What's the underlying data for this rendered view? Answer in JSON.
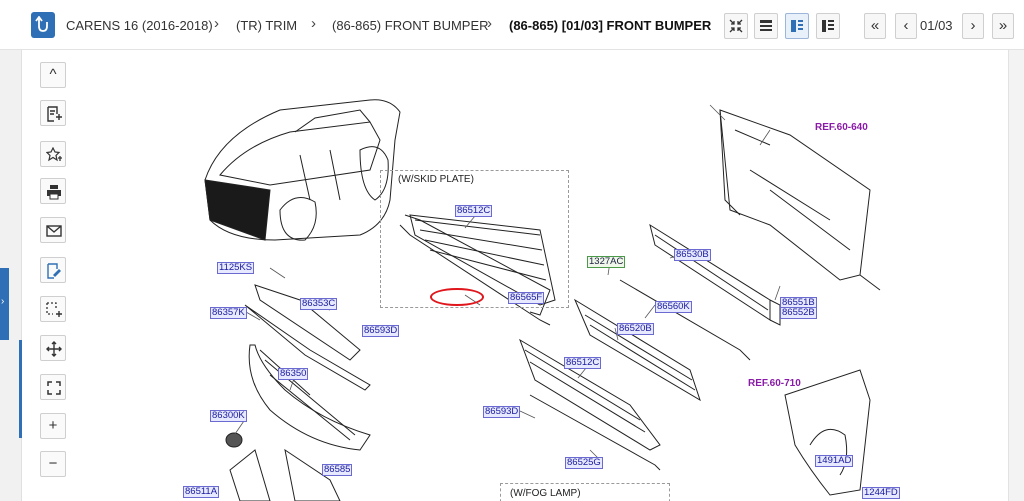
{
  "breadcrumb": {
    "items": [
      "CARENS 16 (2016-2018)",
      "(TR) TRIM",
      "(86-865) FRONT BUMPER"
    ],
    "current": "(86-865) [01/03] FRONT BUMPER",
    "separator": "›"
  },
  "view_buttons": [
    {
      "icon": "collapse-icon"
    },
    {
      "icon": "list-view-icon"
    },
    {
      "icon": "split-view-icon",
      "active": true
    },
    {
      "icon": "detail-view-icon"
    }
  ],
  "pagination": {
    "first": "«",
    "prev": "‹",
    "indicator": "01/03",
    "next": "›",
    "last": "»"
  },
  "tools": [
    {
      "name": "scroll-up-button",
      "glyph": "^"
    },
    {
      "name": "add-to-list-button",
      "icon": "note-add-icon"
    },
    {
      "name": "favorite-button",
      "icon": "star-add-icon"
    },
    {
      "name": "print-button",
      "icon": "printer-icon"
    },
    {
      "name": "email-button",
      "icon": "mail-icon"
    },
    {
      "name": "edit-button",
      "icon": "edit-note-icon"
    },
    {
      "name": "select-area-button",
      "icon": "selection-add-icon"
    },
    {
      "name": "move-button",
      "icon": "move-arrows-icon"
    },
    {
      "name": "fit-button",
      "icon": "fit-frame-icon"
    },
    {
      "name": "zoom-in-button",
      "glyph": "+"
    },
    {
      "name": "zoom-out-button",
      "glyph": "−"
    }
  ],
  "diagram": {
    "notes": {
      "skid_plate": "(W/SKID PLATE)",
      "fog_lamp": "(W/FOG LAMP)"
    },
    "refs": {
      "ref_60_640": "REF.60-640",
      "ref_60_710": "REF.60-710"
    },
    "labels": {
      "p86512c_top": "86512C",
      "p86565f": "86565F",
      "p1125ks": "1125KS",
      "p86353c": "86353C",
      "p86357k": "86357K",
      "p86593d_top": "86593D",
      "p86350": "86350",
      "p86300k": "86300K",
      "p86511a": "86511A",
      "p86585": "86585",
      "p1327ac": "1327AC",
      "p86530b": "86530B",
      "p86560k": "86560K",
      "p86520b": "86520B",
      "p86512c_bottom": "86512C",
      "p86593d_bottom": "86593D",
      "p86525g": "86525G",
      "p86551b": "86551B",
      "p86552b": "86552B",
      "p1491ad": "1491AD",
      "p1244fd": "1244FD"
    },
    "colors": {
      "part_label": "#1a1a9c",
      "ref_label": "#8a1aa8",
      "highlight": "#e0161d",
      "accent": "#2f6fb5"
    }
  }
}
